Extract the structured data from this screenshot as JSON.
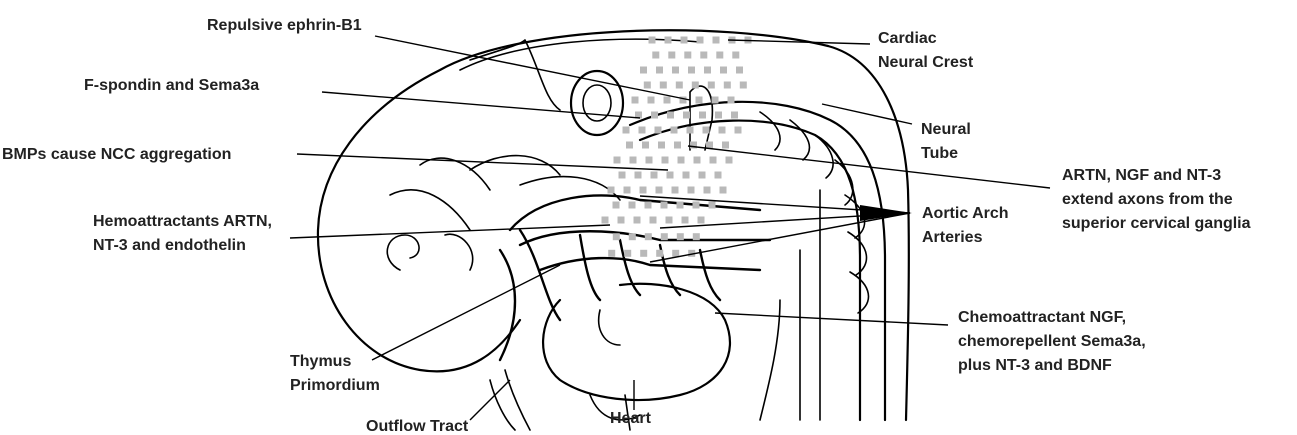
{
  "labels": {
    "repulsive_ephrin": "Repulsive ephrin-B1",
    "f_spondin": "F-spondin and Sema3a",
    "bmps": "BMPs cause NCC aggregation",
    "hemoattractants_1": "Hemoattractants ARTN,",
    "hemoattractants_2": "NT-3 and endothelin",
    "thymus_1": "Thymus",
    "thymus_2": "Primordium",
    "outflow_tract": "Outflow Tract",
    "heart": "Heart",
    "cardiac_1": "Cardiac",
    "cardiac_2": "Neural Crest",
    "neural_tube_1": "Neural",
    "neural_tube_2": "Tube",
    "artn_1": "ARTN, NGF and NT-3",
    "artn_2": "extend axons from the",
    "artn_3": "superior cervical ganglia",
    "aortic_1": "Aortic Arch",
    "aortic_2": "Arteries",
    "chemo_1": "Chemoattractant NGF,",
    "chemo_2": "chemorepellent Sema3a,",
    "chemo_3": "plus NT-3 and BDNF"
  },
  "colors": {
    "line": "#000000",
    "text": "#222222",
    "neural_crest_dots": "#b9b9b9"
  }
}
